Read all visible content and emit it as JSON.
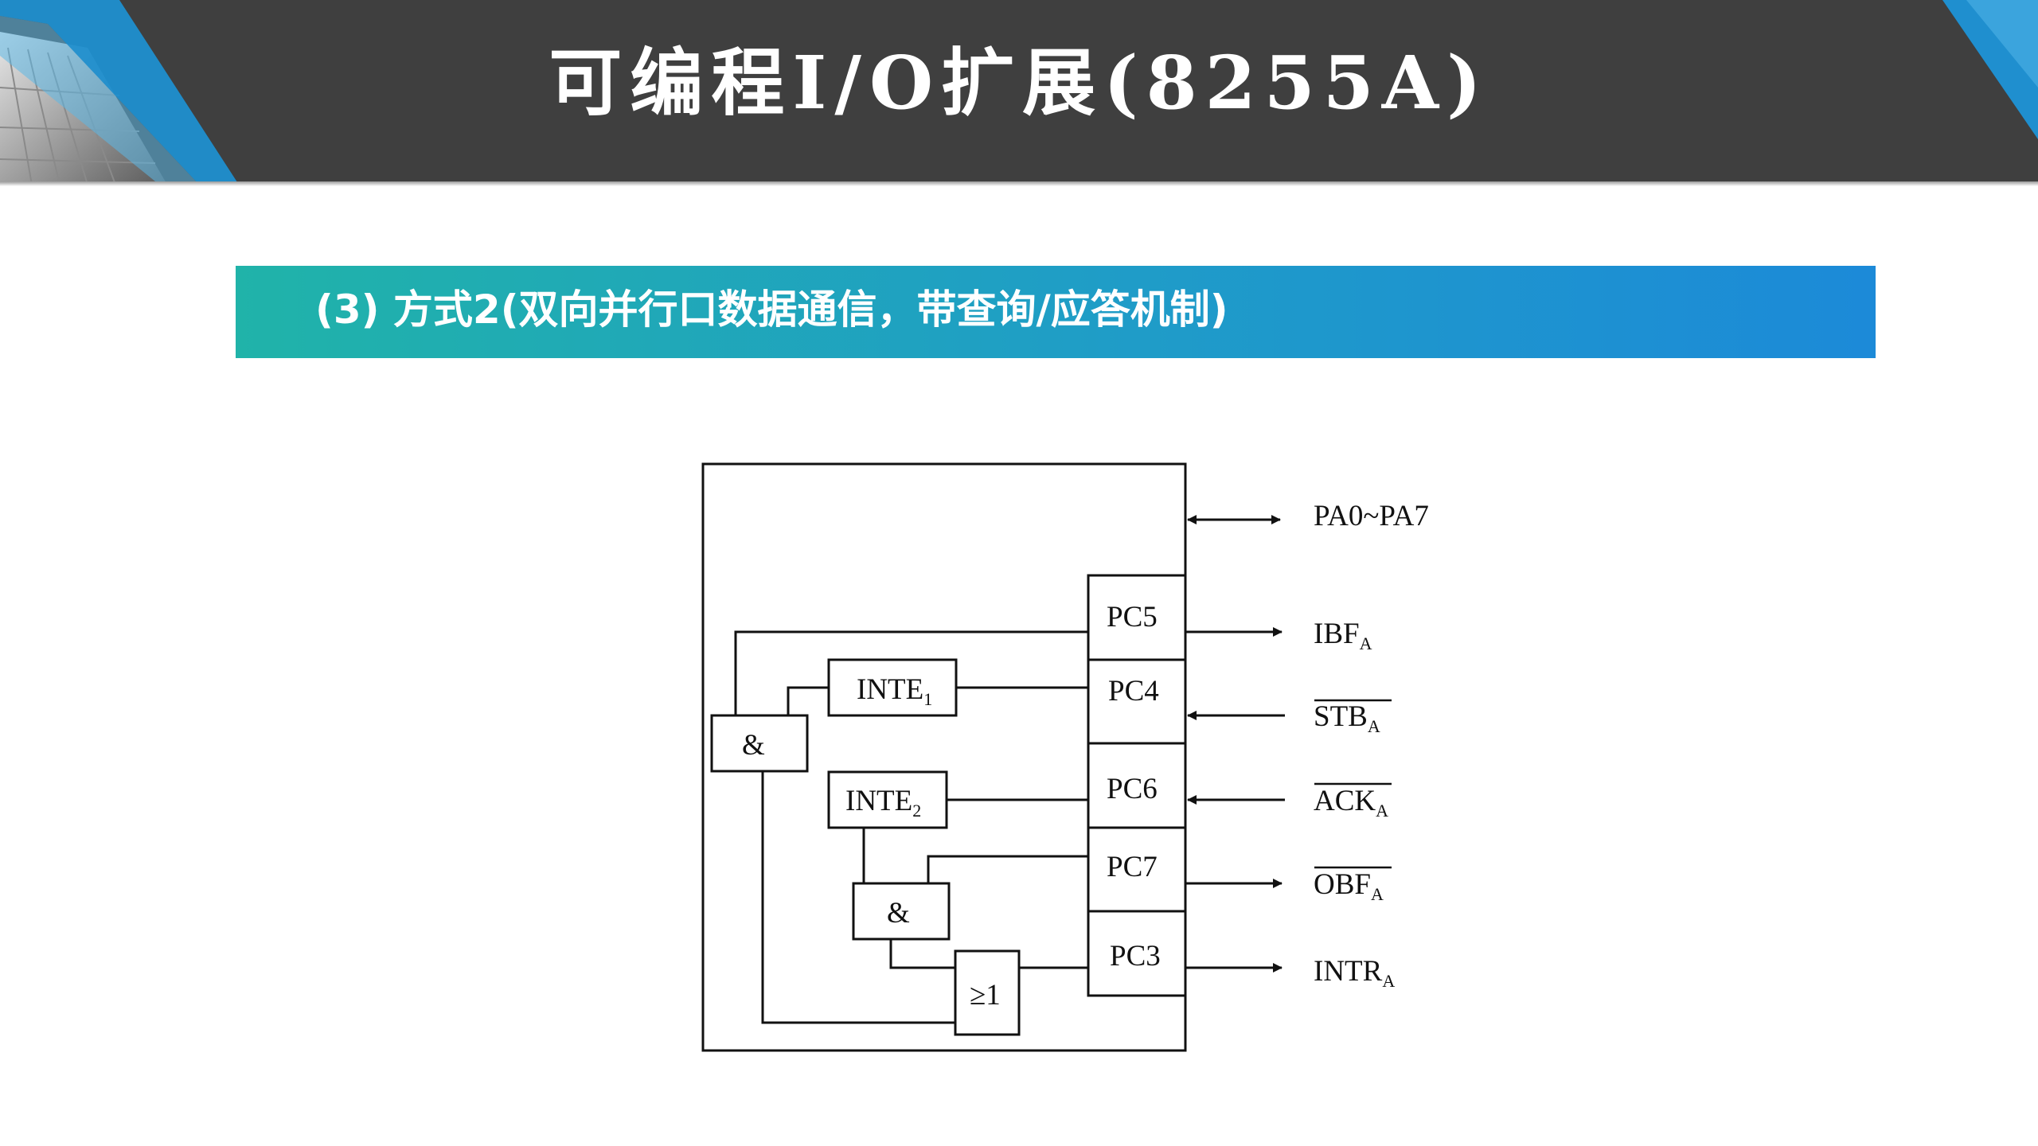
{
  "header": {
    "title": "可编程I/O扩展(8255A)"
  },
  "section": {
    "heading": "(3)  方式2(双向并行口数据通信，带查询/应答机制)"
  },
  "diagram": {
    "gates": {
      "and_top": "&",
      "and_mid": "&",
      "or": "≥1"
    },
    "latches": {
      "inte1": {
        "base": "INTE",
        "sub": "1"
      },
      "inte2": {
        "base": "INTE",
        "sub": "2"
      }
    },
    "pins": {
      "pc5": "PC5",
      "pc4": "PC4",
      "pc6": "PC6",
      "pc7": "PC7",
      "pc3": "PC3"
    },
    "signals": {
      "pa": "PA0~PA7",
      "ibf": {
        "base": "IBF",
        "sub": "A"
      },
      "stb": {
        "base": "STB",
        "sub": "A"
      },
      "ack": {
        "base": "ACK",
        "sub": "A"
      },
      "obf": {
        "base": "OBF",
        "sub": "A"
      },
      "intr": {
        "base": "INTR",
        "sub": "A"
      }
    }
  },
  "colors": {
    "header_bg": "#3f3f3f",
    "band_start": "#20b3a9",
    "band_end": "#1c8ad8",
    "accent_blue": "#1e9ad6"
  }
}
